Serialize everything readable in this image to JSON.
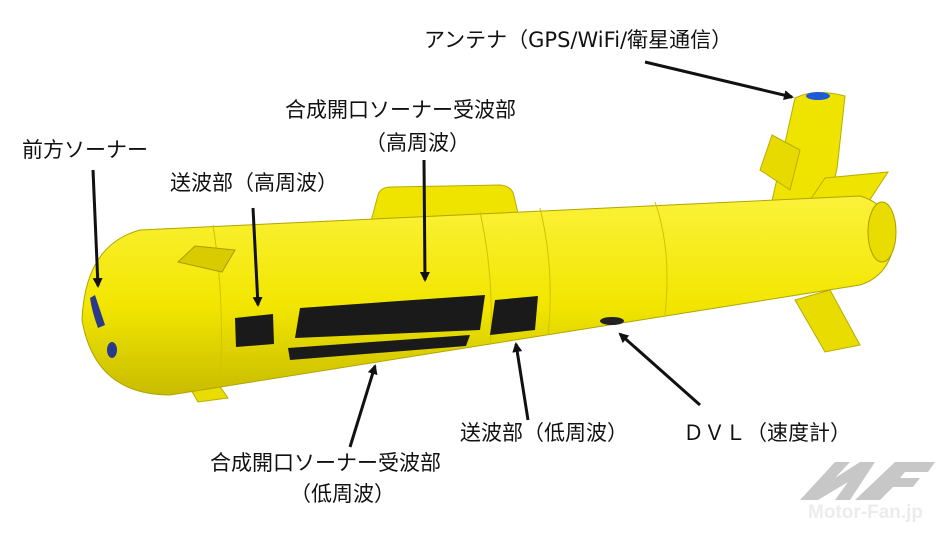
{
  "labels": {
    "antenna": "アンテナ（GPS/WiFi/衛星通信）",
    "sas_high_line1": "合成開口ソーナー受波部",
    "sas_high_line2": "（高周波）",
    "front_sonar": "前方ソーナー",
    "tx_high": "送波部（高周波）",
    "tx_low": "送波部（低周波）",
    "dvl": "ＤＶＬ（速度計）",
    "sas_low_line1": "合成開口ソーナー受波部",
    "sas_low_line2": "（低周波）"
  },
  "watermark": {
    "text": "Motor-Fan.jp",
    "logo": "MF"
  },
  "colors": {
    "hull": "#f2e600",
    "hull_shade": "#c9bd00",
    "panel": "#1a1a1a",
    "antenna": "#1e5bd6",
    "arrow": "#111111"
  }
}
